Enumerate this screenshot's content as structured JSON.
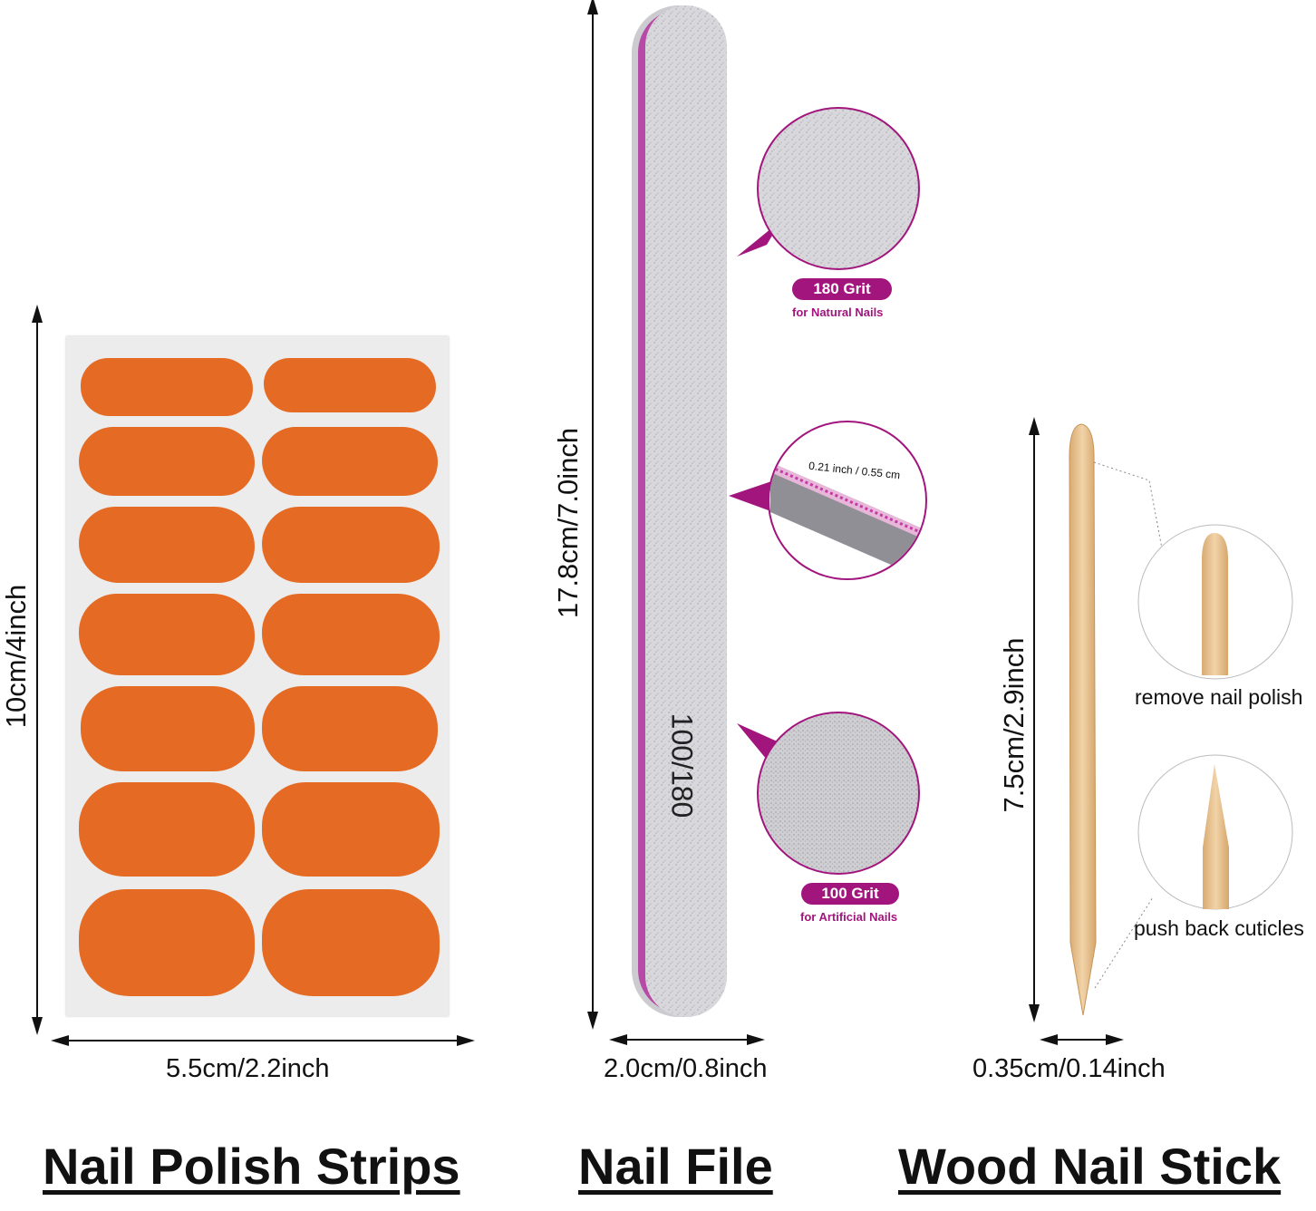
{
  "strips": {
    "height_label": "10cm/4inch",
    "width_label": "5.5cm/2.2inch",
    "title": "Nail Polish Strips",
    "color": "#e56b24"
  },
  "file": {
    "height_label": "17.8cm/7.0inch",
    "width_label": "2.0cm/0.8inch",
    "title": "Nail File",
    "print": "100/180",
    "thickness_label": "0.21 inch / 0.55 cm",
    "grit_top": {
      "label": "180 Grit",
      "sub": "for Natural Nails"
    },
    "grit_bottom": {
      "label": "100 Grit",
      "sub": "for Artificial Nails"
    },
    "accent": "#a1157d"
  },
  "stick": {
    "height_label": "7.5cm/2.9inch",
    "width_label": "0.35cm/0.14inch",
    "title": "Wood Nail Stick",
    "callout_top": "remove nail polish",
    "callout_bottom": "push back cuticles",
    "wood_color": "#e8c497"
  }
}
